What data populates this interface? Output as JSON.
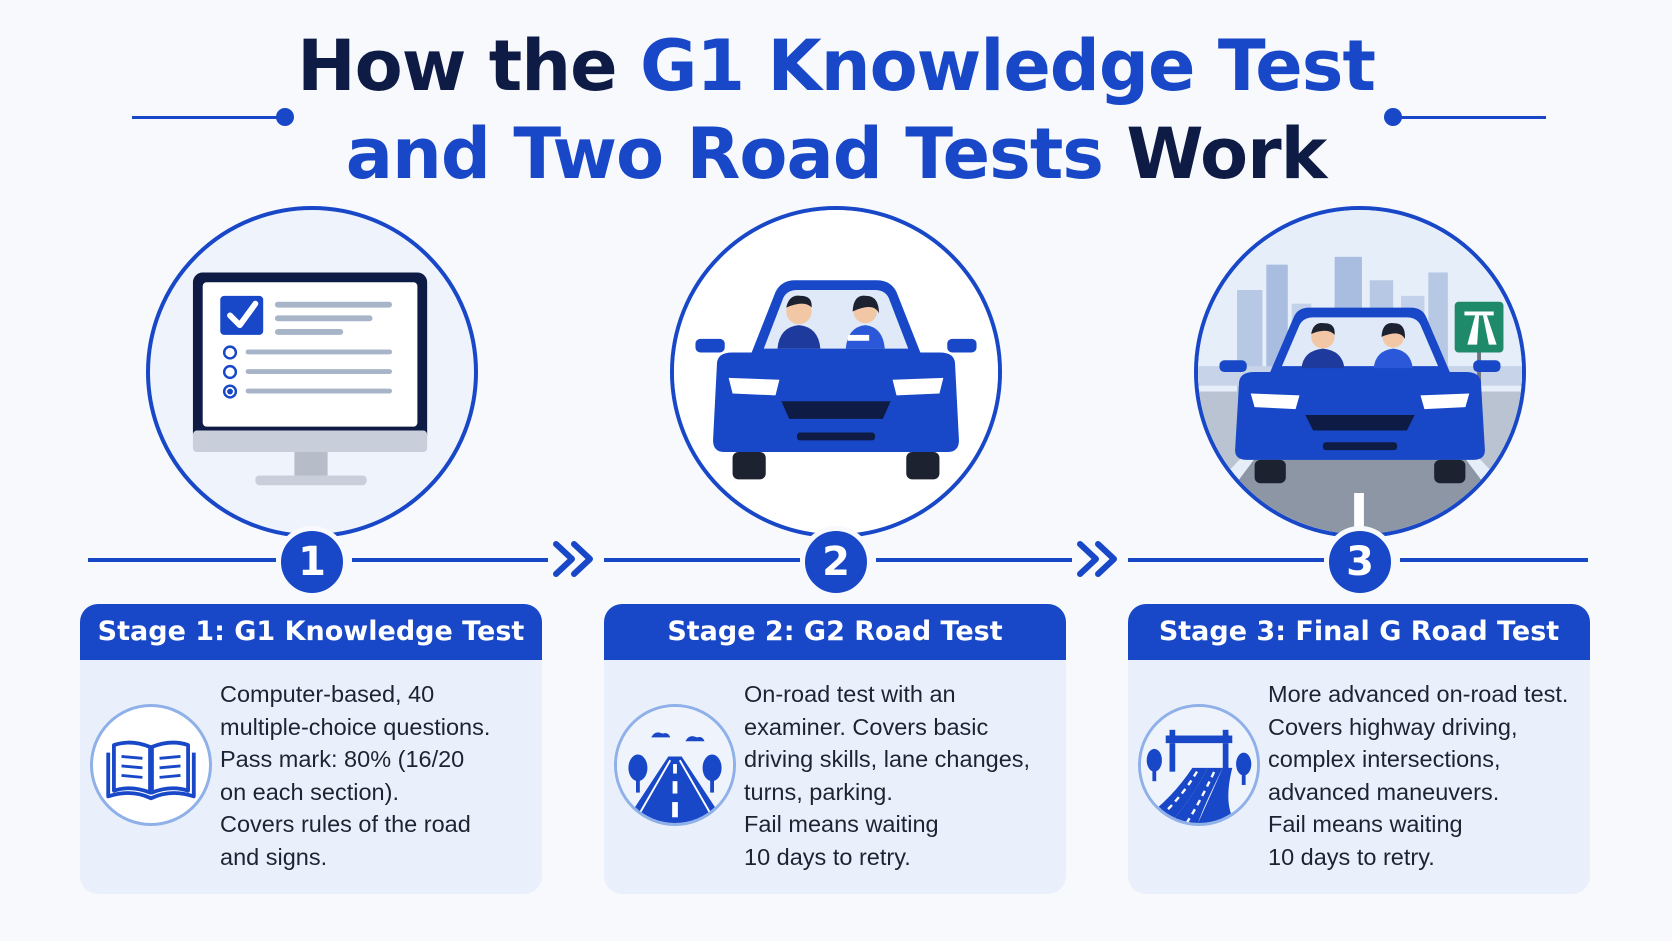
{
  "title": {
    "part1": "How the ",
    "part2": "G1 Knowledge Test",
    "part3": "and Two Road Tests",
    "part4": " Work"
  },
  "colors": {
    "primary": "#1848c8",
    "dark": "#0d1b45",
    "card_bg": "#eaf0fb"
  },
  "stages": [
    {
      "number": "1",
      "heading": "Stage 1: G1 Knowledge Test",
      "illustration": "computer-quiz-icon",
      "icon": "open-book-icon",
      "lines": [
        "Computer-based, 40",
        "multiple-choice questions.",
        "Pass mark: 80% (16/20",
        "on each section).",
        "Covers rules of the road",
        "and signs."
      ]
    },
    {
      "number": "2",
      "heading": "Stage 2: G2 Road Test",
      "illustration": "car-with-examiner-icon",
      "icon": "road-icon",
      "lines": [
        "On-road test with an",
        "examiner. Covers basic",
        "driving skills, lane changes,",
        "turns, parking.",
        "Fail means waiting",
        "10 days to retry."
      ]
    },
    {
      "number": "3",
      "heading": "Stage 3: Final G Road Test",
      "illustration": "car-on-highway-icon",
      "icon": "highway-overpass-icon",
      "lines": [
        "More advanced on-road test.",
        "Covers highway driving,",
        "complex intersections,",
        "advanced maneuvers.",
        "Fail means waiting",
        "10 days to retry."
      ]
    }
  ]
}
